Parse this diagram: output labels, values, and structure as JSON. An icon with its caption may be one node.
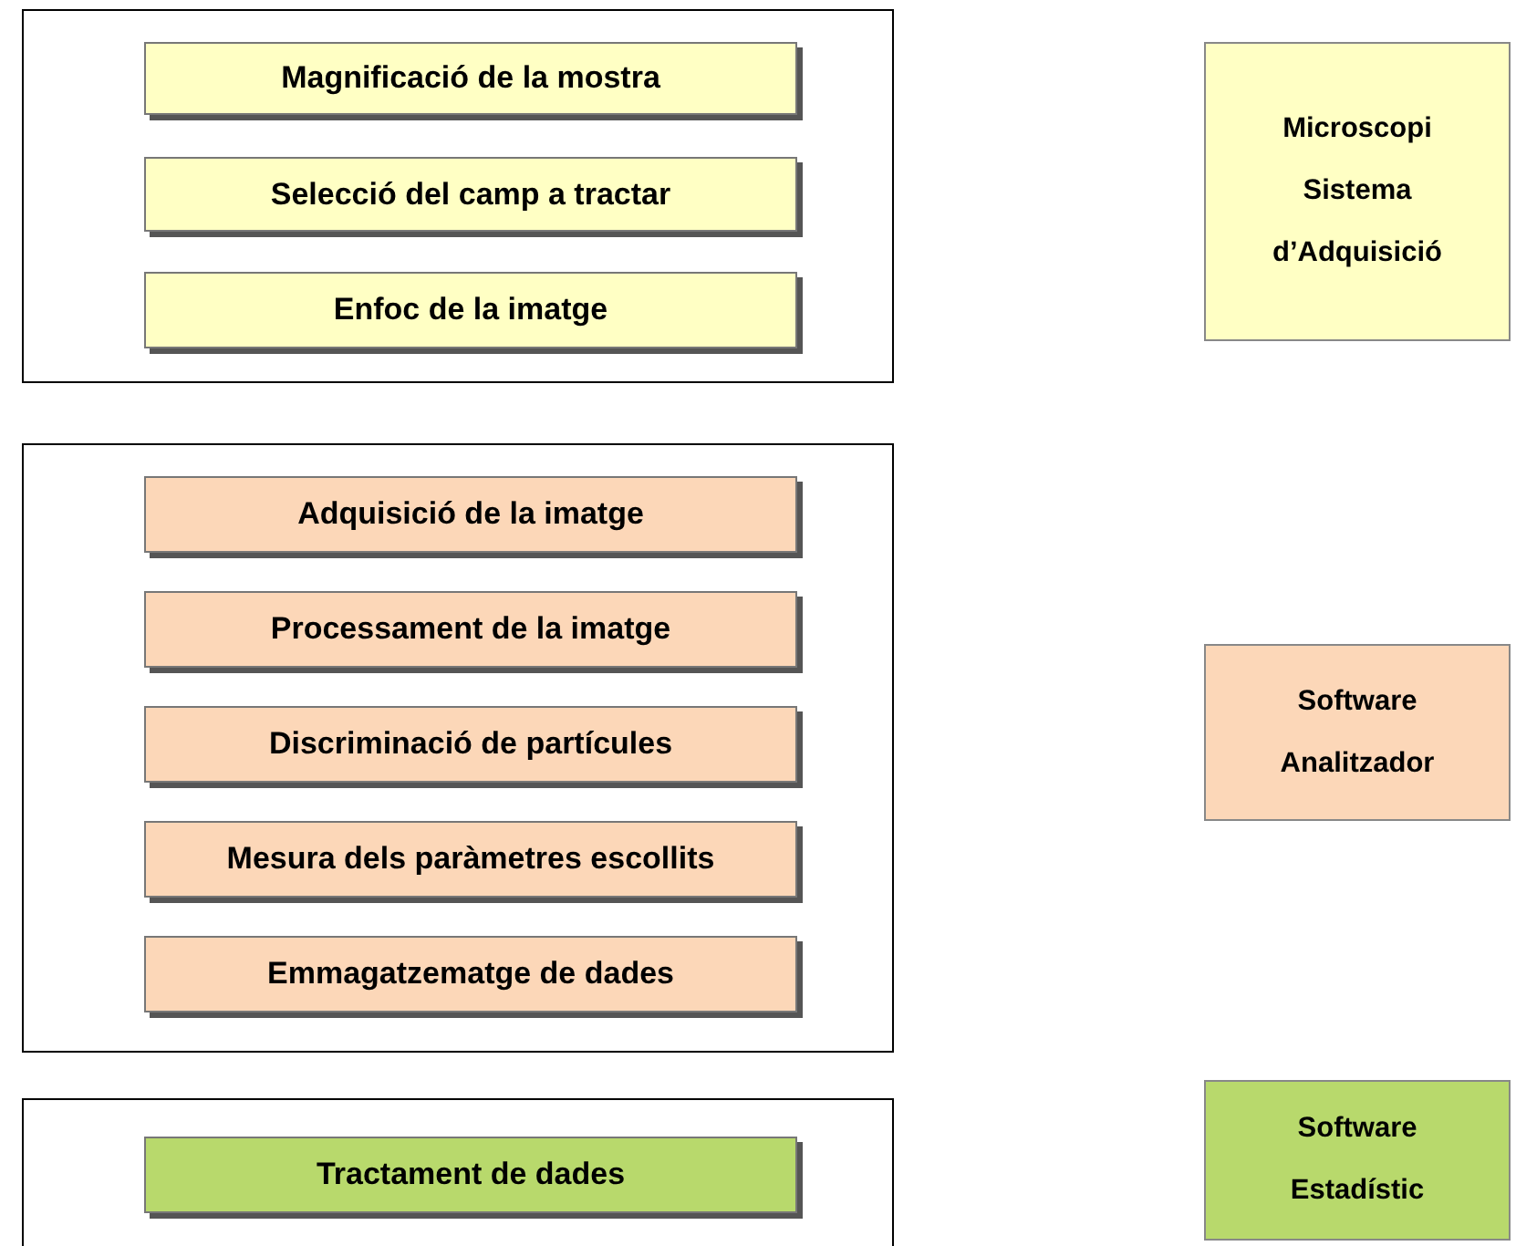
{
  "diagram": {
    "nodes": [
      {
        "text": [],
        "shape": "box"
      },
      {
        "text": [
          "Magnificació de la mostra"
        ],
        "in": 0
      },
      {
        "text": [
          "Selecció del camp a tractar"
        ],
        "in": 0
      },
      {
        "text": [
          "Enfoc de la imatge"
        ],
        "in": 0
      },
      {
        "text": [
          "Microscopi",
          "Sistema d’Adquisició"
        ]
      },
      {
        "text": [],
        "shape": "box"
      },
      {
        "text": [
          "Adquisició de la imatge"
        ],
        "in": 5
      },
      {
        "text": [
          "Processament de la imatge"
        ],
        "in": 5
      },
      {
        "text": [
          "Discriminació de partícules"
        ],
        "in": 5
      },
      {
        "text": [
          "Mesura dels paràmetres escollits"
        ],
        "in": 5
      },
      {
        "text": [
          "Emmagatzematge de dades"
        ],
        "in": 5
      },
      {
        "text": [
          "Software Analitzador"
        ]
      },
      {
        "text": [],
        "shape": "box"
      },
      {
        "text": [
          "Tractament de dades"
        ],
        "in": 12
      },
      {
        "text": [
          "Software Estadístic"
        ]
      }
    ]
  }
}
